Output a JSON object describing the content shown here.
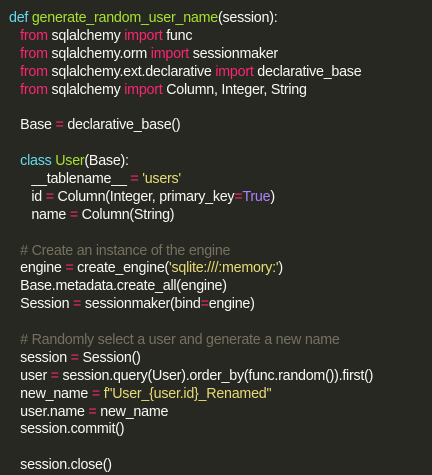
{
  "theme": {
    "background": "#272822",
    "text": "#f8f8f2",
    "keyword": "#f92672",
    "def_keyword": "#66d9ef",
    "name": "#a6e22e",
    "string": "#e6db74",
    "constant": "#ae81ff",
    "comment": "#75715e"
  },
  "lines": [
    [
      [
        "def",
        "def"
      ],
      [
        "tx",
        " "
      ],
      [
        "fn",
        "generate_random_user_name"
      ],
      [
        "tx",
        "(session):"
      ]
    ],
    [
      [
        "tx",
        "   "
      ],
      [
        "kw",
        "from"
      ],
      [
        "tx",
        " sqlalchemy "
      ],
      [
        "kw",
        "import"
      ],
      [
        "tx",
        " func"
      ]
    ],
    [
      [
        "tx",
        "   "
      ],
      [
        "kw",
        "from"
      ],
      [
        "tx",
        " sqlalchemy.orm "
      ],
      [
        "kw",
        "import"
      ],
      [
        "tx",
        " sessionmaker"
      ]
    ],
    [
      [
        "tx",
        "   "
      ],
      [
        "kw",
        "from"
      ],
      [
        "tx",
        " sqlalchemy.ext.declarative "
      ],
      [
        "kw",
        "import"
      ],
      [
        "tx",
        " declarative_base"
      ]
    ],
    [
      [
        "tx",
        "   "
      ],
      [
        "kw",
        "from"
      ],
      [
        "tx",
        " sqlalchemy "
      ],
      [
        "kw",
        "import"
      ],
      [
        "tx",
        " Column, Integer, String"
      ]
    ],
    [
      [
        "tx",
        ""
      ]
    ],
    [
      [
        "tx",
        "   Base "
      ],
      [
        "op",
        "="
      ],
      [
        "tx",
        " declarative_base()"
      ]
    ],
    [
      [
        "tx",
        ""
      ]
    ],
    [
      [
        "tx",
        "   "
      ],
      [
        "def",
        "class"
      ],
      [
        "tx",
        " "
      ],
      [
        "fn",
        "User"
      ],
      [
        "tx",
        "(Base):"
      ]
    ],
    [
      [
        "tx",
        "      __tablename__ "
      ],
      [
        "op",
        "="
      ],
      [
        "tx",
        " "
      ],
      [
        "str",
        "'users'"
      ]
    ],
    [
      [
        "tx",
        "      id "
      ],
      [
        "op",
        "="
      ],
      [
        "tx",
        " Column(Integer, primary_key"
      ],
      [
        "op",
        "="
      ],
      [
        "num",
        "True"
      ],
      [
        "tx",
        ")"
      ]
    ],
    [
      [
        "tx",
        "      name "
      ],
      [
        "op",
        "="
      ],
      [
        "tx",
        " Column(String)"
      ]
    ],
    [
      [
        "tx",
        ""
      ]
    ],
    [
      [
        "tx",
        "   "
      ],
      [
        "cm",
        "# Create an instance of the engine"
      ]
    ],
    [
      [
        "tx",
        "   engine "
      ],
      [
        "op",
        "="
      ],
      [
        "tx",
        " create_engine("
      ],
      [
        "str",
        "'sqlite:///:memory:'"
      ],
      [
        "tx",
        ")"
      ]
    ],
    [
      [
        "tx",
        "   Base.metadata.create_all(engine)"
      ]
    ],
    [
      [
        "tx",
        "   Session "
      ],
      [
        "op",
        "="
      ],
      [
        "tx",
        " sessionmaker(bind"
      ],
      [
        "op",
        "="
      ],
      [
        "tx",
        "engine)"
      ]
    ],
    [
      [
        "tx",
        ""
      ]
    ],
    [
      [
        "tx",
        "   "
      ],
      [
        "cm",
        "# Randomly select a user and generate a new name"
      ]
    ],
    [
      [
        "tx",
        "   session "
      ],
      [
        "op",
        "="
      ],
      [
        "tx",
        " Session()"
      ]
    ],
    [
      [
        "tx",
        "   user "
      ],
      [
        "op",
        "="
      ],
      [
        "tx",
        " session.query(User).order_by(func.random()).first()"
      ]
    ],
    [
      [
        "tx",
        "   new_name "
      ],
      [
        "op",
        "="
      ],
      [
        "tx",
        " "
      ],
      [
        "str",
        "f\"User_{user.id}_Renamed\""
      ]
    ],
    [
      [
        "tx",
        "   user.name "
      ],
      [
        "op",
        "="
      ],
      [
        "tx",
        " new_name"
      ]
    ],
    [
      [
        "tx",
        "   session.commit()"
      ]
    ],
    [
      [
        "tx",
        ""
      ]
    ],
    [
      [
        "tx",
        "   session.close()"
      ]
    ]
  ]
}
